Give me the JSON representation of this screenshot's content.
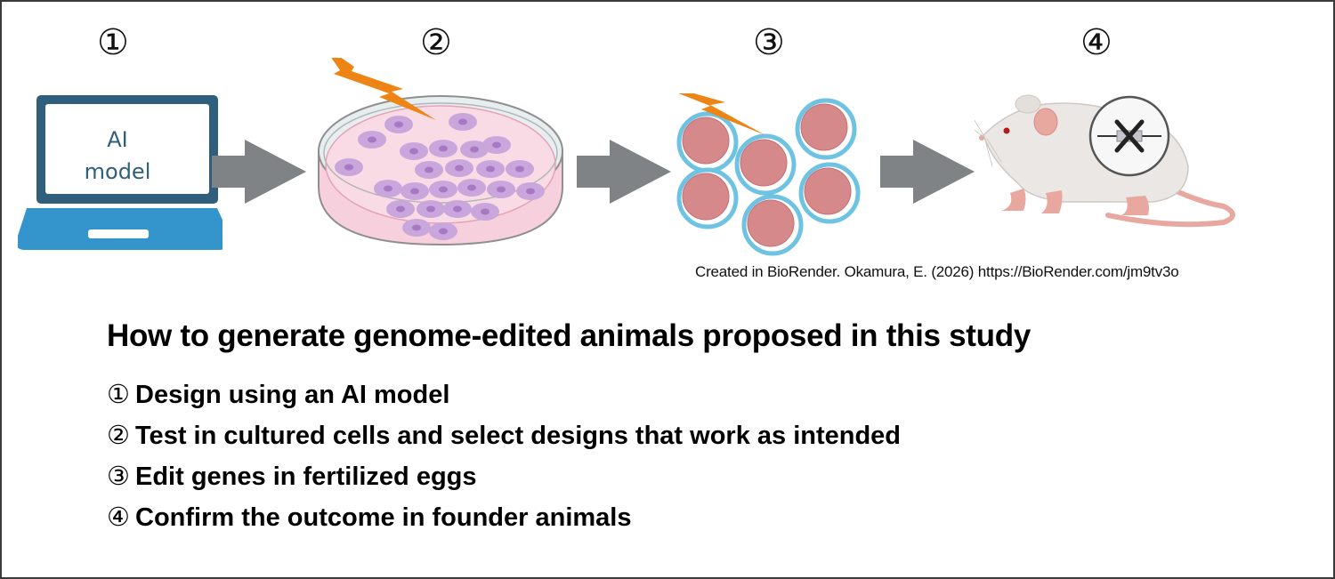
{
  "figure": {
    "step_numbers": [
      "①",
      "②",
      "③",
      "④"
    ],
    "laptop_screen_text": [
      "AI",
      "model"
    ],
    "credit": "Created in BioRender. Okamura, E. (2026) https://BioRender.com/jm9tv3o",
    "colors": {
      "laptop_frame": "#2f5f7d",
      "laptop_base": "#3395cc",
      "arrow": "#7f8385",
      "bolt": "#ee8414",
      "dish_medium": "#f9dbe5",
      "cell": "#c9a6dc",
      "cell_nucleus": "#a978c4",
      "egg": "#d6898b",
      "egg_zona": "#6fc3e2",
      "mouse_body": "#ebe7e4",
      "mouse_pink": "#e8a8a0"
    },
    "icons": [
      "laptop-icon",
      "arrow-right-icon",
      "petri-dish-icon",
      "lightning-bolt-icon",
      "fertilized-eggs-icon",
      "mouse-icon",
      "gene-knockout-icon"
    ]
  },
  "summary": {
    "title": "How to generate genome-edited animals proposed in this study",
    "steps": [
      {
        "num": "①",
        "text": "Design using an AI model"
      },
      {
        "num": "②",
        "text": "Test in cultured cells and select designs that work as intended"
      },
      {
        "num": "③",
        "text": "Edit genes in fertilized eggs"
      },
      {
        "num": "④",
        "text": "Confirm the outcome in founder animals"
      }
    ]
  }
}
